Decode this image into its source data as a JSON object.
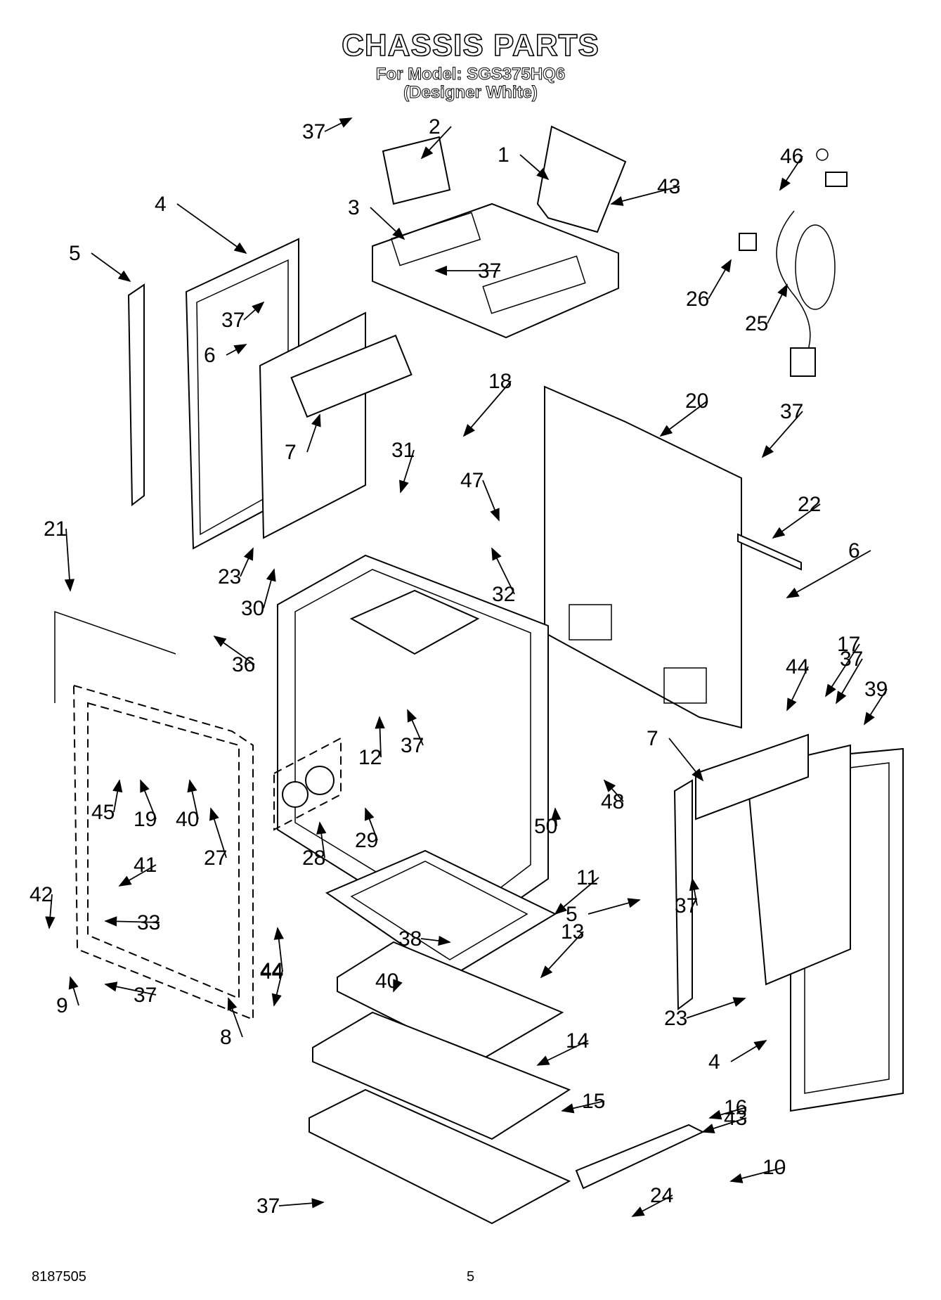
{
  "header": {
    "title": "CHASSIS PARTS",
    "model_line": "For Model: SGS375HQ6",
    "color_line": "(Designer White)"
  },
  "footer": {
    "doc_number": "8187505",
    "page_number": "5"
  },
  "callouts": [
    "37",
    "2",
    "1",
    "43",
    "46",
    "4",
    "3",
    "37",
    "5",
    "37",
    "26",
    "25",
    "6",
    "18",
    "20",
    "37",
    "7",
    "31",
    "47",
    "22",
    "23",
    "30",
    "32",
    "6",
    "21",
    "36",
    "44",
    "17",
    "37",
    "39",
    "12",
    "37",
    "7",
    "45",
    "19",
    "40",
    "27",
    "28",
    "29",
    "48",
    "50",
    "11",
    "41",
    "42",
    "33",
    "38",
    "5",
    "37",
    "44",
    "13",
    "40",
    "37",
    "9",
    "8",
    "23",
    "44",
    "14",
    "4",
    "15",
    "16",
    "43",
    "10",
    "37",
    "24"
  ]
}
